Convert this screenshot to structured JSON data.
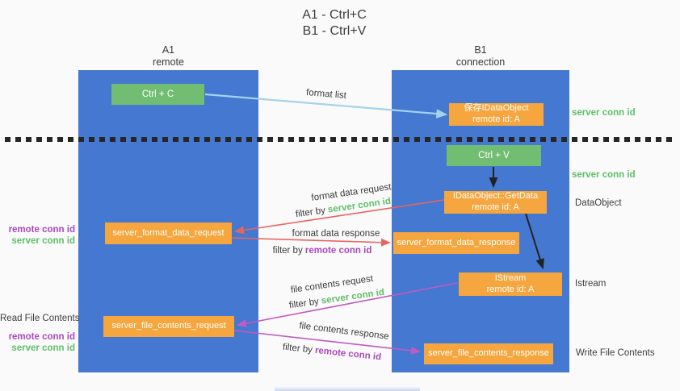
{
  "title": {
    "line1": "A1 - Ctrl+C",
    "line2": "B1 - Ctrl+V"
  },
  "columns": {
    "a1": {
      "title": "A1",
      "subtitle": "remote"
    },
    "b1": {
      "title": "B1",
      "subtitle": "connection"
    }
  },
  "boxes": {
    "ctrl_c": "Ctrl + C",
    "ctrl_v": "Ctrl + V",
    "save_idataobject": {
      "line1": "保存IDataObject",
      "line2": "remote id: A"
    },
    "getdata": {
      "line1": "IDataObject::GetData",
      "line2": "remote id: A"
    },
    "istream": {
      "line1": "IStream",
      "line2": "remote id: A"
    },
    "format_request": "server_format_data_request",
    "format_response": "server_format_data_response",
    "file_request": "server_file_contents_request",
    "file_response": "server_file_contents_response"
  },
  "flow_labels": {
    "format_list": "format list",
    "format_data_request": "format data request",
    "format_data_response": "format data response",
    "file_contents_request": "file contents request",
    "file_contents_response": "file contents response",
    "filter_by": "filter by",
    "server_conn_id": "server conn id",
    "remote_conn_id": "remote conn id"
  },
  "annotations": {
    "right": {
      "server_conn_id_top": "server conn id",
      "server_conn_id_mid": "server conn id",
      "data_object": "DataObject",
      "istream": "Istream",
      "write_file_contents": "Write File Contents"
    },
    "left": {
      "remote_conn_id_top": "remote conn id",
      "server_conn_id_top": "server conn id",
      "read_file_contents": "Read File Contents",
      "remote_conn_id_bottom": "remote conn id",
      "server_conn_id_bottom": "server conn id"
    }
  },
  "colors": {
    "column_blue": "#4478D1",
    "box_orange": "#F5A63E",
    "box_green": "#71BE73",
    "green_text": "#5FBE66",
    "purple_text": "#AB47BC",
    "red_arrow": "#E8645E",
    "magenta_arrow": "#C35ABF",
    "light_blue_arrow": "#A6D1EE",
    "black_arrow": "#222222"
  }
}
